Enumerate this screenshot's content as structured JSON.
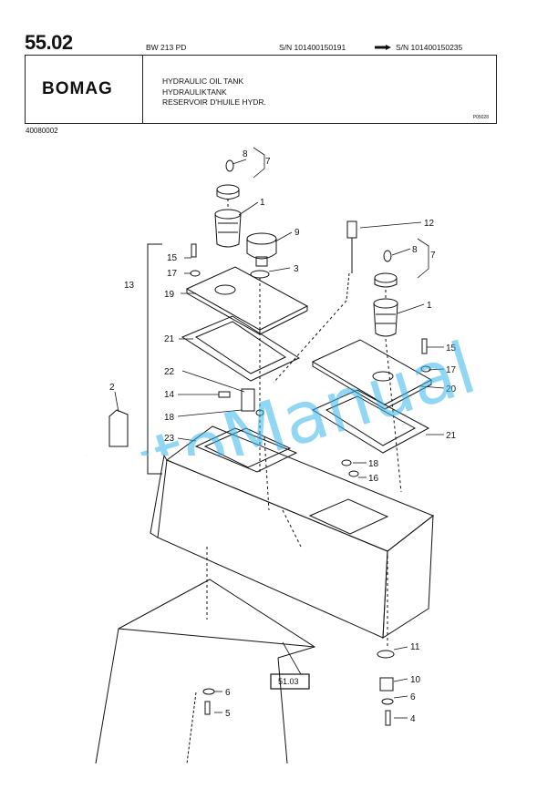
{
  "header": {
    "section_number": "55.02",
    "model": "BW 213 PD",
    "serial_from": "S/N 101400150191",
    "serial_to": "S/N 101400150235",
    "brand_logo": "BOMAG",
    "title_en": "HYDRAULIC OIL TANK",
    "title_de": "HYDRAULIKTANK",
    "title_fr": "RESERVOIR D'HUILE HYDR.",
    "drawing_ref": "P05028"
  },
  "document_number": "40080002",
  "callouts": [
    "8",
    "7",
    "1",
    "9",
    "3",
    "12",
    "8",
    "7",
    "15",
    "17",
    "13",
    "19",
    "1",
    "21",
    "15",
    "17",
    "22",
    "20",
    "14",
    "2",
    "18",
    "23",
    "21",
    "18",
    "16",
    "11",
    "6",
    "10",
    "5",
    "6",
    "4"
  ],
  "reference_box": "51.03",
  "watermark": "AutoManual",
  "colors": {
    "watermark": "#38b6ea",
    "line": "#111111"
  }
}
